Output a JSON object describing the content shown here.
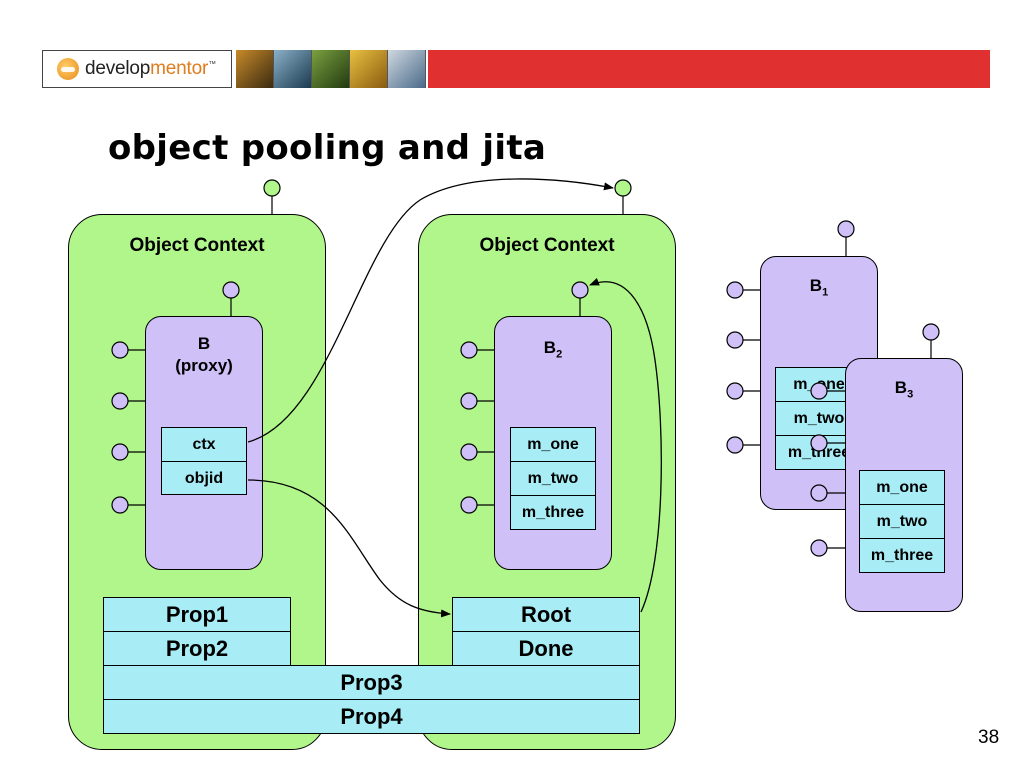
{
  "header": {
    "brand_part1": "develop",
    "brand_part2": "mentor",
    "brand_mark": "™"
  },
  "title": "object pooling and jita",
  "page_number": "38",
  "contexts": [
    {
      "label": "Object Context"
    },
    {
      "label": "Object Context"
    }
  ],
  "proxy": {
    "name": "B",
    "kind": "(proxy)",
    "fields": [
      "ctx",
      "objid"
    ]
  },
  "b2": {
    "name": "B",
    "subscript": "2",
    "fields": [
      "m_one",
      "m_two",
      "m_three"
    ]
  },
  "b1": {
    "name": "B",
    "subscript": "1",
    "fields": [
      "m_one",
      "m_two",
      "m_three"
    ]
  },
  "b3": {
    "name": "B",
    "subscript": "3",
    "fields": [
      "m_one",
      "m_two",
      "m_three"
    ]
  },
  "props": {
    "prop1": "Prop1",
    "prop2": "Prop2",
    "root": "Root",
    "done": "Done",
    "prop3": "Prop3",
    "prop4": "Prop4"
  },
  "colors": {
    "context_fill": "#b0f68a",
    "object_fill": "#cfc0f8",
    "field_fill": "#a8ecf5",
    "header_red": "#e03030"
  }
}
